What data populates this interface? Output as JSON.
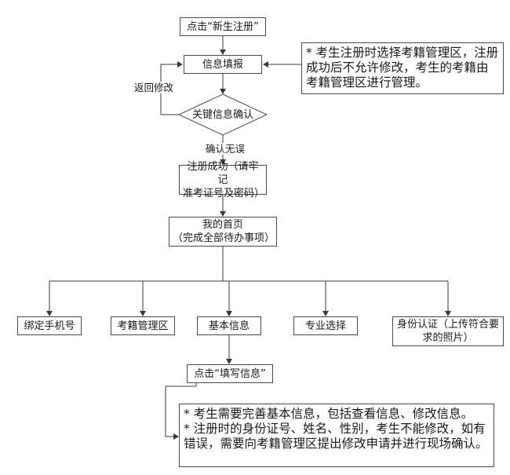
{
  "flowchart": {
    "nodes": {
      "start": "点击“新生注册”",
      "info_fill": "信息填报",
      "key_confirm": "关键信息确认",
      "register_success": {
        "line1": "注册成功（请牢记",
        "line2": "准考证号及密码）"
      },
      "my_home": {
        "line1": "我的首页",
        "line2": "（完成全部待办事项）"
      },
      "bind_phone": "绑定手机号",
      "exam_area": "考籍管理区",
      "basic_info": "基本信息",
      "major_select": "专业选择",
      "identity_auth": "身份认证（上传符合要求的照片）",
      "fill_info": "点击“填写信息”"
    },
    "edge_labels": {
      "return_modify": "返回修改",
      "confirm_ok": "确认无误"
    },
    "notes": {
      "register_note": "* 考生注册时选择考籍管理区，注册成功后不允许修改，考生的考籍由考籍管理区进行管理。",
      "fill_note_item1": "* 考生需要完善基本信息，包括查看信息、修改信息。",
      "fill_note_item2": "* 注册时的身份证号、姓名、性别，考生不能修改，如有错误，需要向考籍管理区提出修改申请并进行现场确认。"
    },
    "colors": {
      "line": "#3a3a3a",
      "border": "#4a4a4a",
      "text": "#1a1a1a",
      "background": "#ffffff"
    }
  }
}
